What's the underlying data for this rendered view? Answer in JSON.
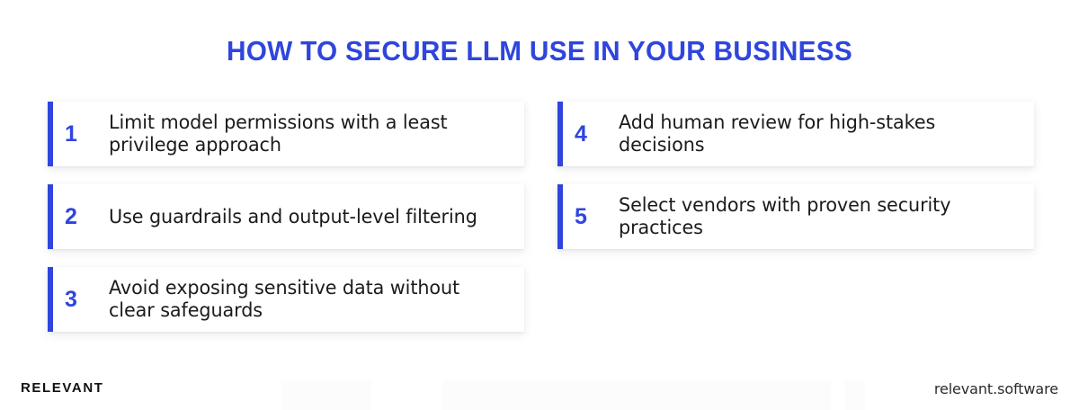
{
  "page": {
    "background_color": "#ffffff",
    "accent_color": "#2f45dd",
    "text_color": "#1b1b1b"
  },
  "header": {
    "title": "HOW TO SECURE LLM USE IN YOUR BUSINESS"
  },
  "columns": {
    "left": [
      {
        "number": "1",
        "text": "Limit model permissions with a least privilege approach"
      },
      {
        "number": "2",
        "text": "Use guardrails and output-level filtering"
      },
      {
        "number": "3",
        "text": "Avoid exposing sensitive data without clear safeguards"
      }
    ],
    "right": [
      {
        "number": "4",
        "text": "Add human review for high-stakes decisions"
      },
      {
        "number": "5",
        "text": "Select vendors with proven security practices"
      }
    ]
  },
  "footer": {
    "logo": "RELEVANT",
    "website": "relevant.software"
  }
}
